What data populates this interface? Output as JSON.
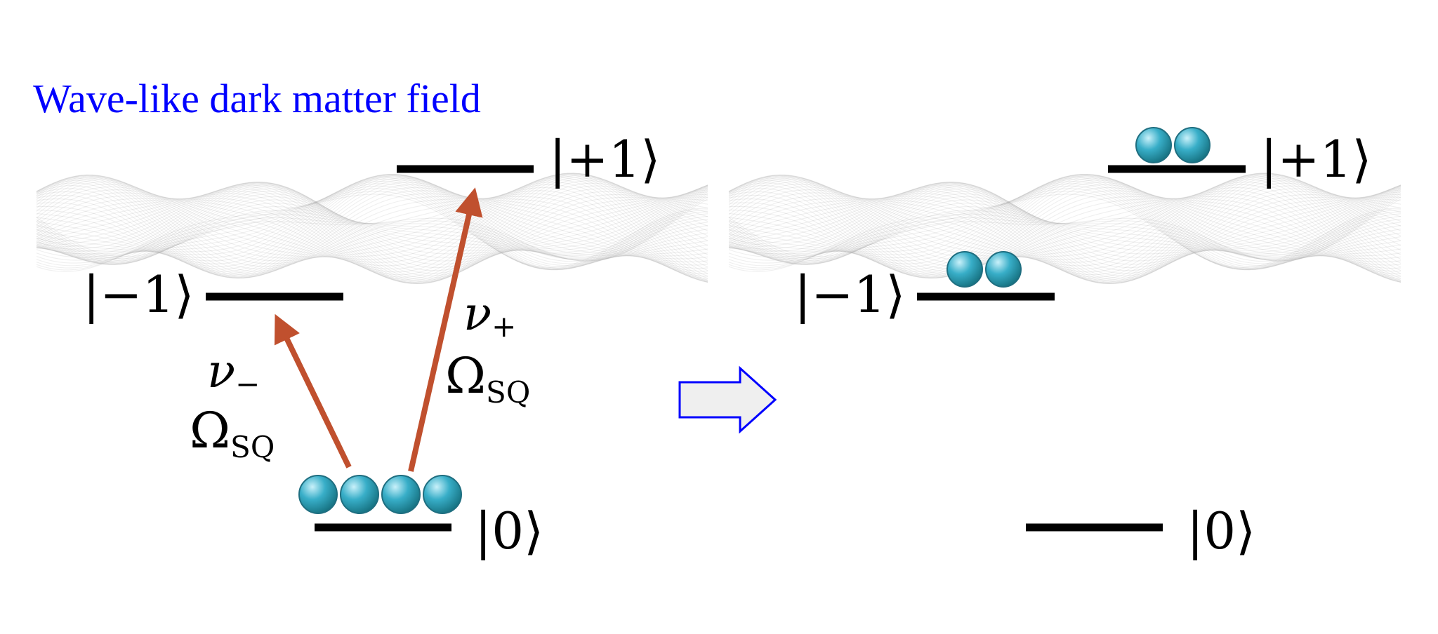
{
  "title": "Wave-like dark matter field",
  "colors": {
    "title": "#0000ff",
    "level_line": "#000000",
    "transition_arrow": "#c0502e",
    "atom_fill": "#35a9c4",
    "atom_stroke": "#1f6e80",
    "wave": "#9a9a9a",
    "process_arrow_stroke": "#0000ff",
    "process_arrow_fill": "#efefef"
  },
  "left_panel": {
    "levels": {
      "plus": "|+1⟩",
      "minus": "|−1⟩",
      "zero": "|0⟩"
    },
    "transitions": {
      "minus": {
        "freq_symbol": "ν",
        "freq_sub": "−",
        "rabi_symbol": "Ω",
        "rabi_sub": "SQ"
      },
      "plus": {
        "freq_symbol": "ν",
        "freq_sub": "+",
        "rabi_symbol": "Ω",
        "rabi_sub": "SQ"
      }
    },
    "population": {
      "zero": 4,
      "minus": 0,
      "plus": 0
    }
  },
  "right_panel": {
    "levels": {
      "plus": "|+1⟩",
      "minus": "|−1⟩",
      "zero": "|0⟩"
    },
    "population": {
      "zero": 0,
      "minus": 2,
      "plus": 2
    }
  },
  "icons": {
    "process_arrow": "right-arrow-icon",
    "atom": "sphere-icon"
  }
}
